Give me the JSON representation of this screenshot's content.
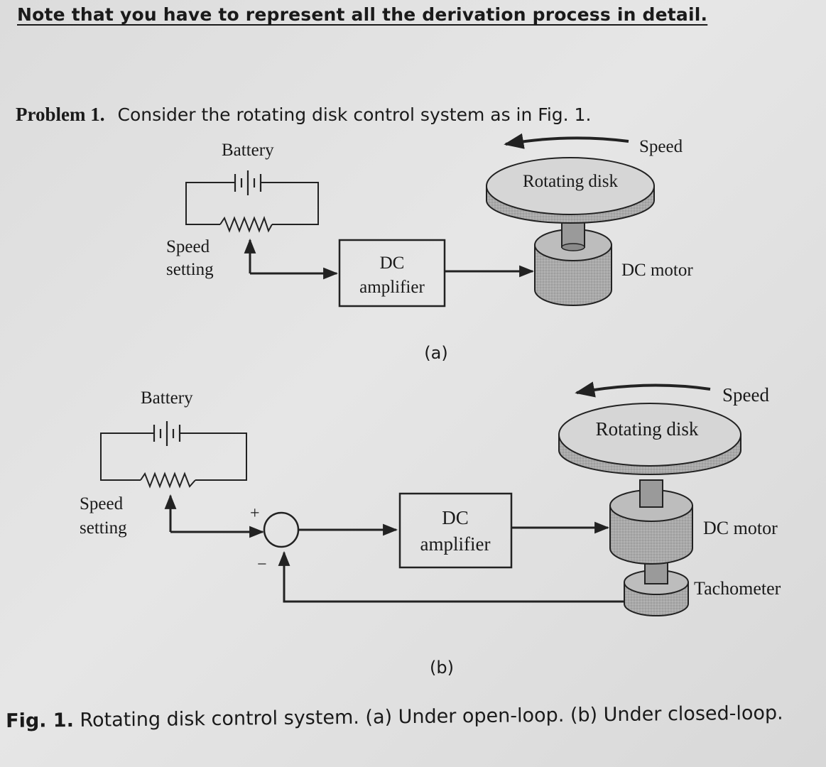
{
  "header": {
    "note": "Note that you have to represent all the derivation process in detail."
  },
  "problem": {
    "label": "Problem 1.",
    "statement": "Consider the rotating disk control system as in Fig. 1."
  },
  "figure_a": {
    "battery": "Battery",
    "speed_setting_line1": "Speed",
    "speed_setting_line2": "setting",
    "amp_line1": "DC",
    "amp_line2": "amplifier",
    "rotating_disk": "Rotating disk",
    "speed": "Speed",
    "dc_motor": "DC motor",
    "sub_label": "(a)"
  },
  "figure_b": {
    "battery": "Battery",
    "speed_setting_line1": "Speed",
    "speed_setting_line2": "setting",
    "plus": "+",
    "minus": "−",
    "amp_line1": "DC",
    "amp_line2": "amplifier",
    "rotating_disk": "Rotating disk",
    "speed": "Speed",
    "dc_motor": "DC motor",
    "tachometer": "Tachometer",
    "sub_label": "(b)"
  },
  "caption": {
    "prefix": "Fig. 1.",
    "text": " Rotating disk control system. (a) Under open-loop. (b) Under closed-loop."
  }
}
